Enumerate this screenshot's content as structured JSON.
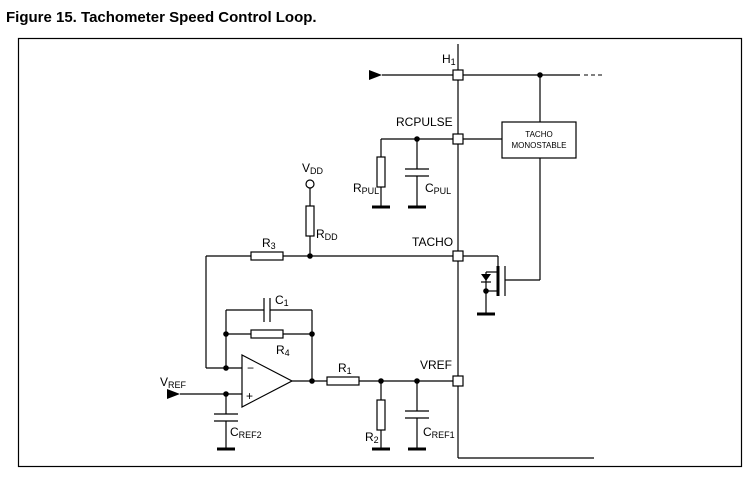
{
  "title": "Figure 15. Tachometer Speed Control Loop.",
  "labels": {
    "h1": "H",
    "h1_sub": "1",
    "rcpulse": "RCPULSE",
    "tacho_box_line1": "TACHO",
    "tacho_box_line2": "MONOSTABLE",
    "vdd": "V",
    "vdd_sub": "DD",
    "rdd": "R",
    "rdd_sub": "DD",
    "rpul": "R",
    "rpul_sub": "PUL",
    "cpul": "C",
    "cpul_sub": "PUL",
    "r3": "R",
    "r3_sub": "3",
    "tacho": "TACHO",
    "c1": "C",
    "c1_sub": "1",
    "r4": "R",
    "r4_sub": "4",
    "vref_in": "V",
    "vref_in_sub": "REF",
    "r1": "R",
    "r1_sub": "1",
    "vref_pin": "VREF",
    "r2": "R",
    "r2_sub": "2",
    "cref1": "C",
    "cref1_sub": "REF1",
    "cref2": "C",
    "cref2_sub": "REF2",
    "opamp_minus": "−",
    "opamp_plus": "+"
  }
}
